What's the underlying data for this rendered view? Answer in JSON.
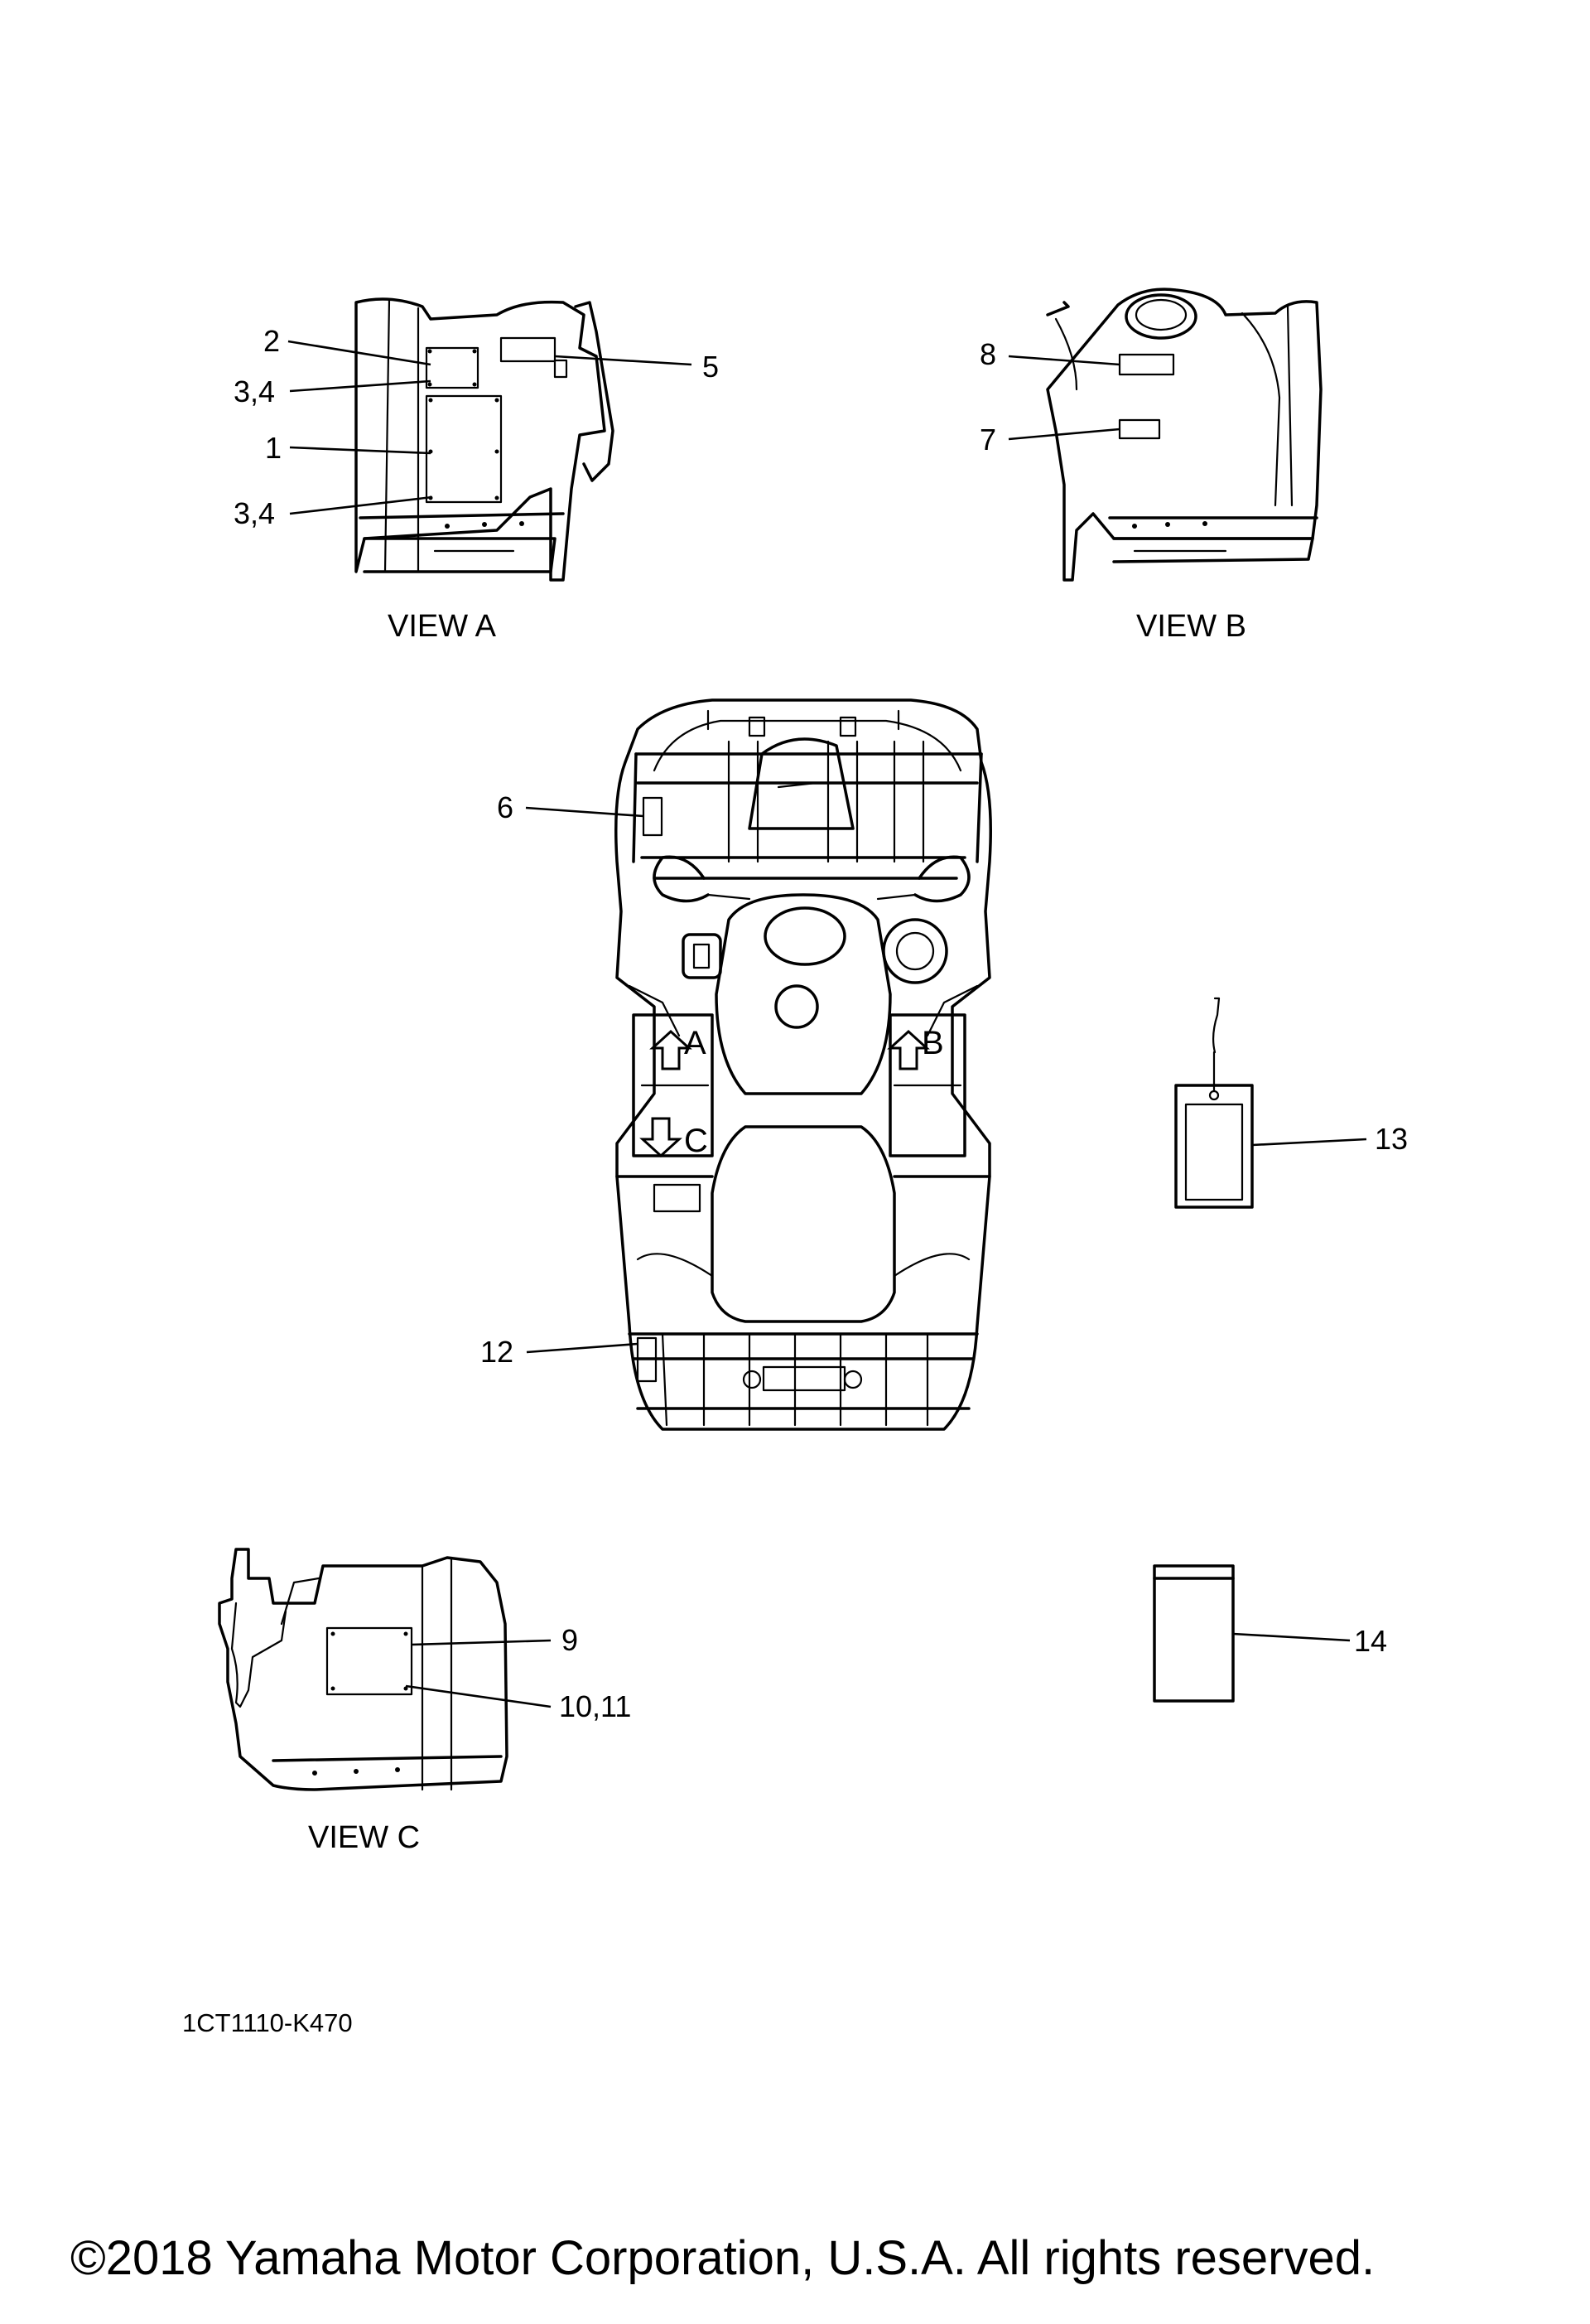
{
  "views": {
    "a": {
      "title": "VIEW A"
    },
    "b": {
      "title": "VIEW B"
    },
    "c": {
      "title": "VIEW C"
    }
  },
  "callouts": {
    "c1": "1",
    "c2": "2",
    "c34_top": "3,4",
    "c34_bottom": "3,4",
    "c5": "5",
    "c6": "6",
    "c7": "7",
    "c8": "8",
    "c9": "9",
    "c10_11": "10,11",
    "c12": "12",
    "c13": "13",
    "c14": "14"
  },
  "arrows": {
    "a": "A",
    "b": "B",
    "c": "C"
  },
  "part_code": "1CT1110-K470",
  "copyright": "©2018 Yamaha Motor Corporation, U.S.A. All rights reserved."
}
